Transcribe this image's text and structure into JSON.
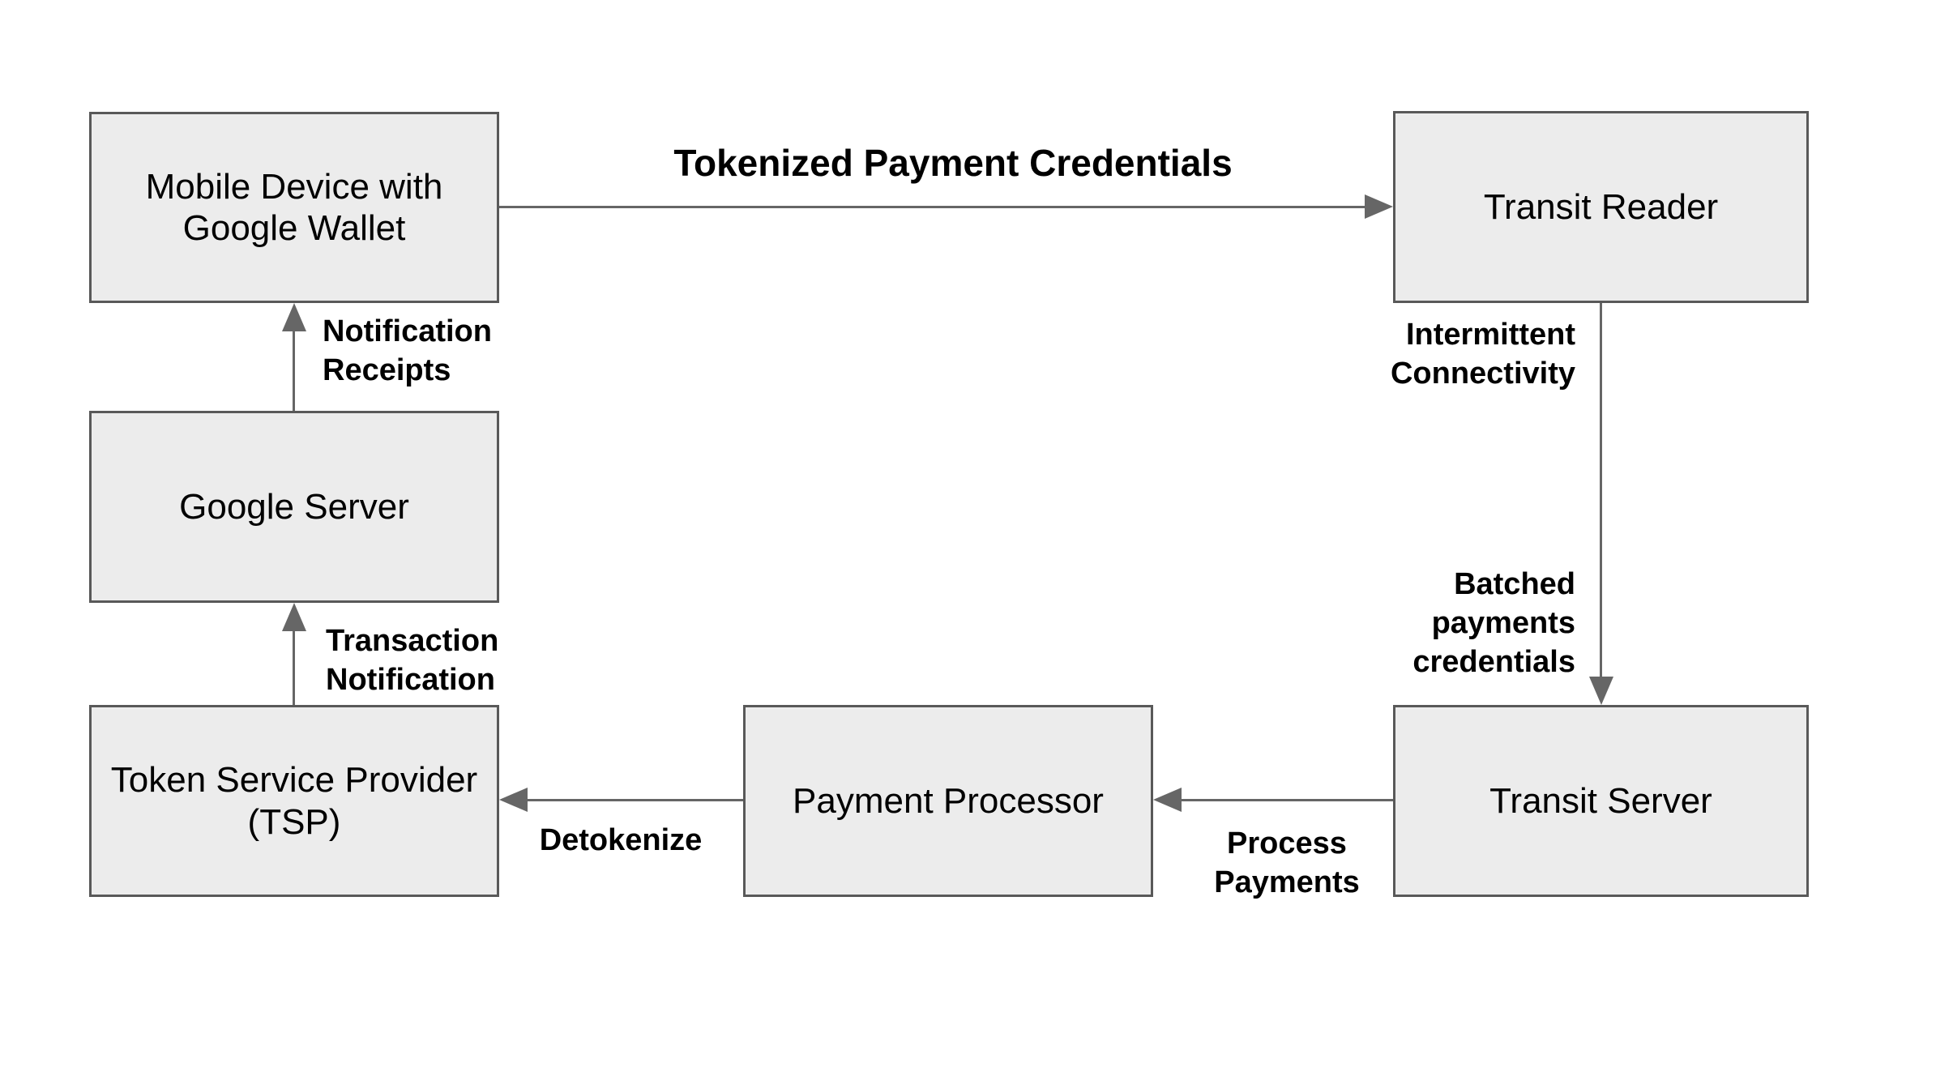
{
  "canvas": {
    "background": "#ffffff"
  },
  "colors": {
    "node_fill": "#ececec",
    "node_border": "#595959",
    "connector": "#666666",
    "node_text": "#000000",
    "label_text": "#000000"
  },
  "nodes": [
    {
      "id": "mobile-device",
      "label": "Mobile Device with Google Wallet"
    },
    {
      "id": "transit-reader",
      "label": "Transit Reader"
    },
    {
      "id": "google-server",
      "label": "Google Server"
    },
    {
      "id": "token-service-provider",
      "label": "Token Service Provider (TSP)"
    },
    {
      "id": "payment-processor",
      "label": "Payment Processor"
    },
    {
      "id": "transit-server",
      "label": "Transit Server"
    }
  ],
  "edges": [
    {
      "from": "mobile-device",
      "to": "transit-reader",
      "label": "Tokenized Payment Credentials"
    },
    {
      "from": "transit-reader",
      "to": "transit-server",
      "labels": [
        "Intermittent Connectivity",
        "Batched payments credentials"
      ]
    },
    {
      "from": "transit-server",
      "to": "payment-processor",
      "label": "Process Payments"
    },
    {
      "from": "payment-processor",
      "to": "token-service-provider",
      "label": "Detokenize"
    },
    {
      "from": "token-service-provider",
      "to": "google-server",
      "label": "Transaction Notification"
    },
    {
      "from": "google-server",
      "to": "mobile-device",
      "label": "Notification Receipts"
    }
  ]
}
